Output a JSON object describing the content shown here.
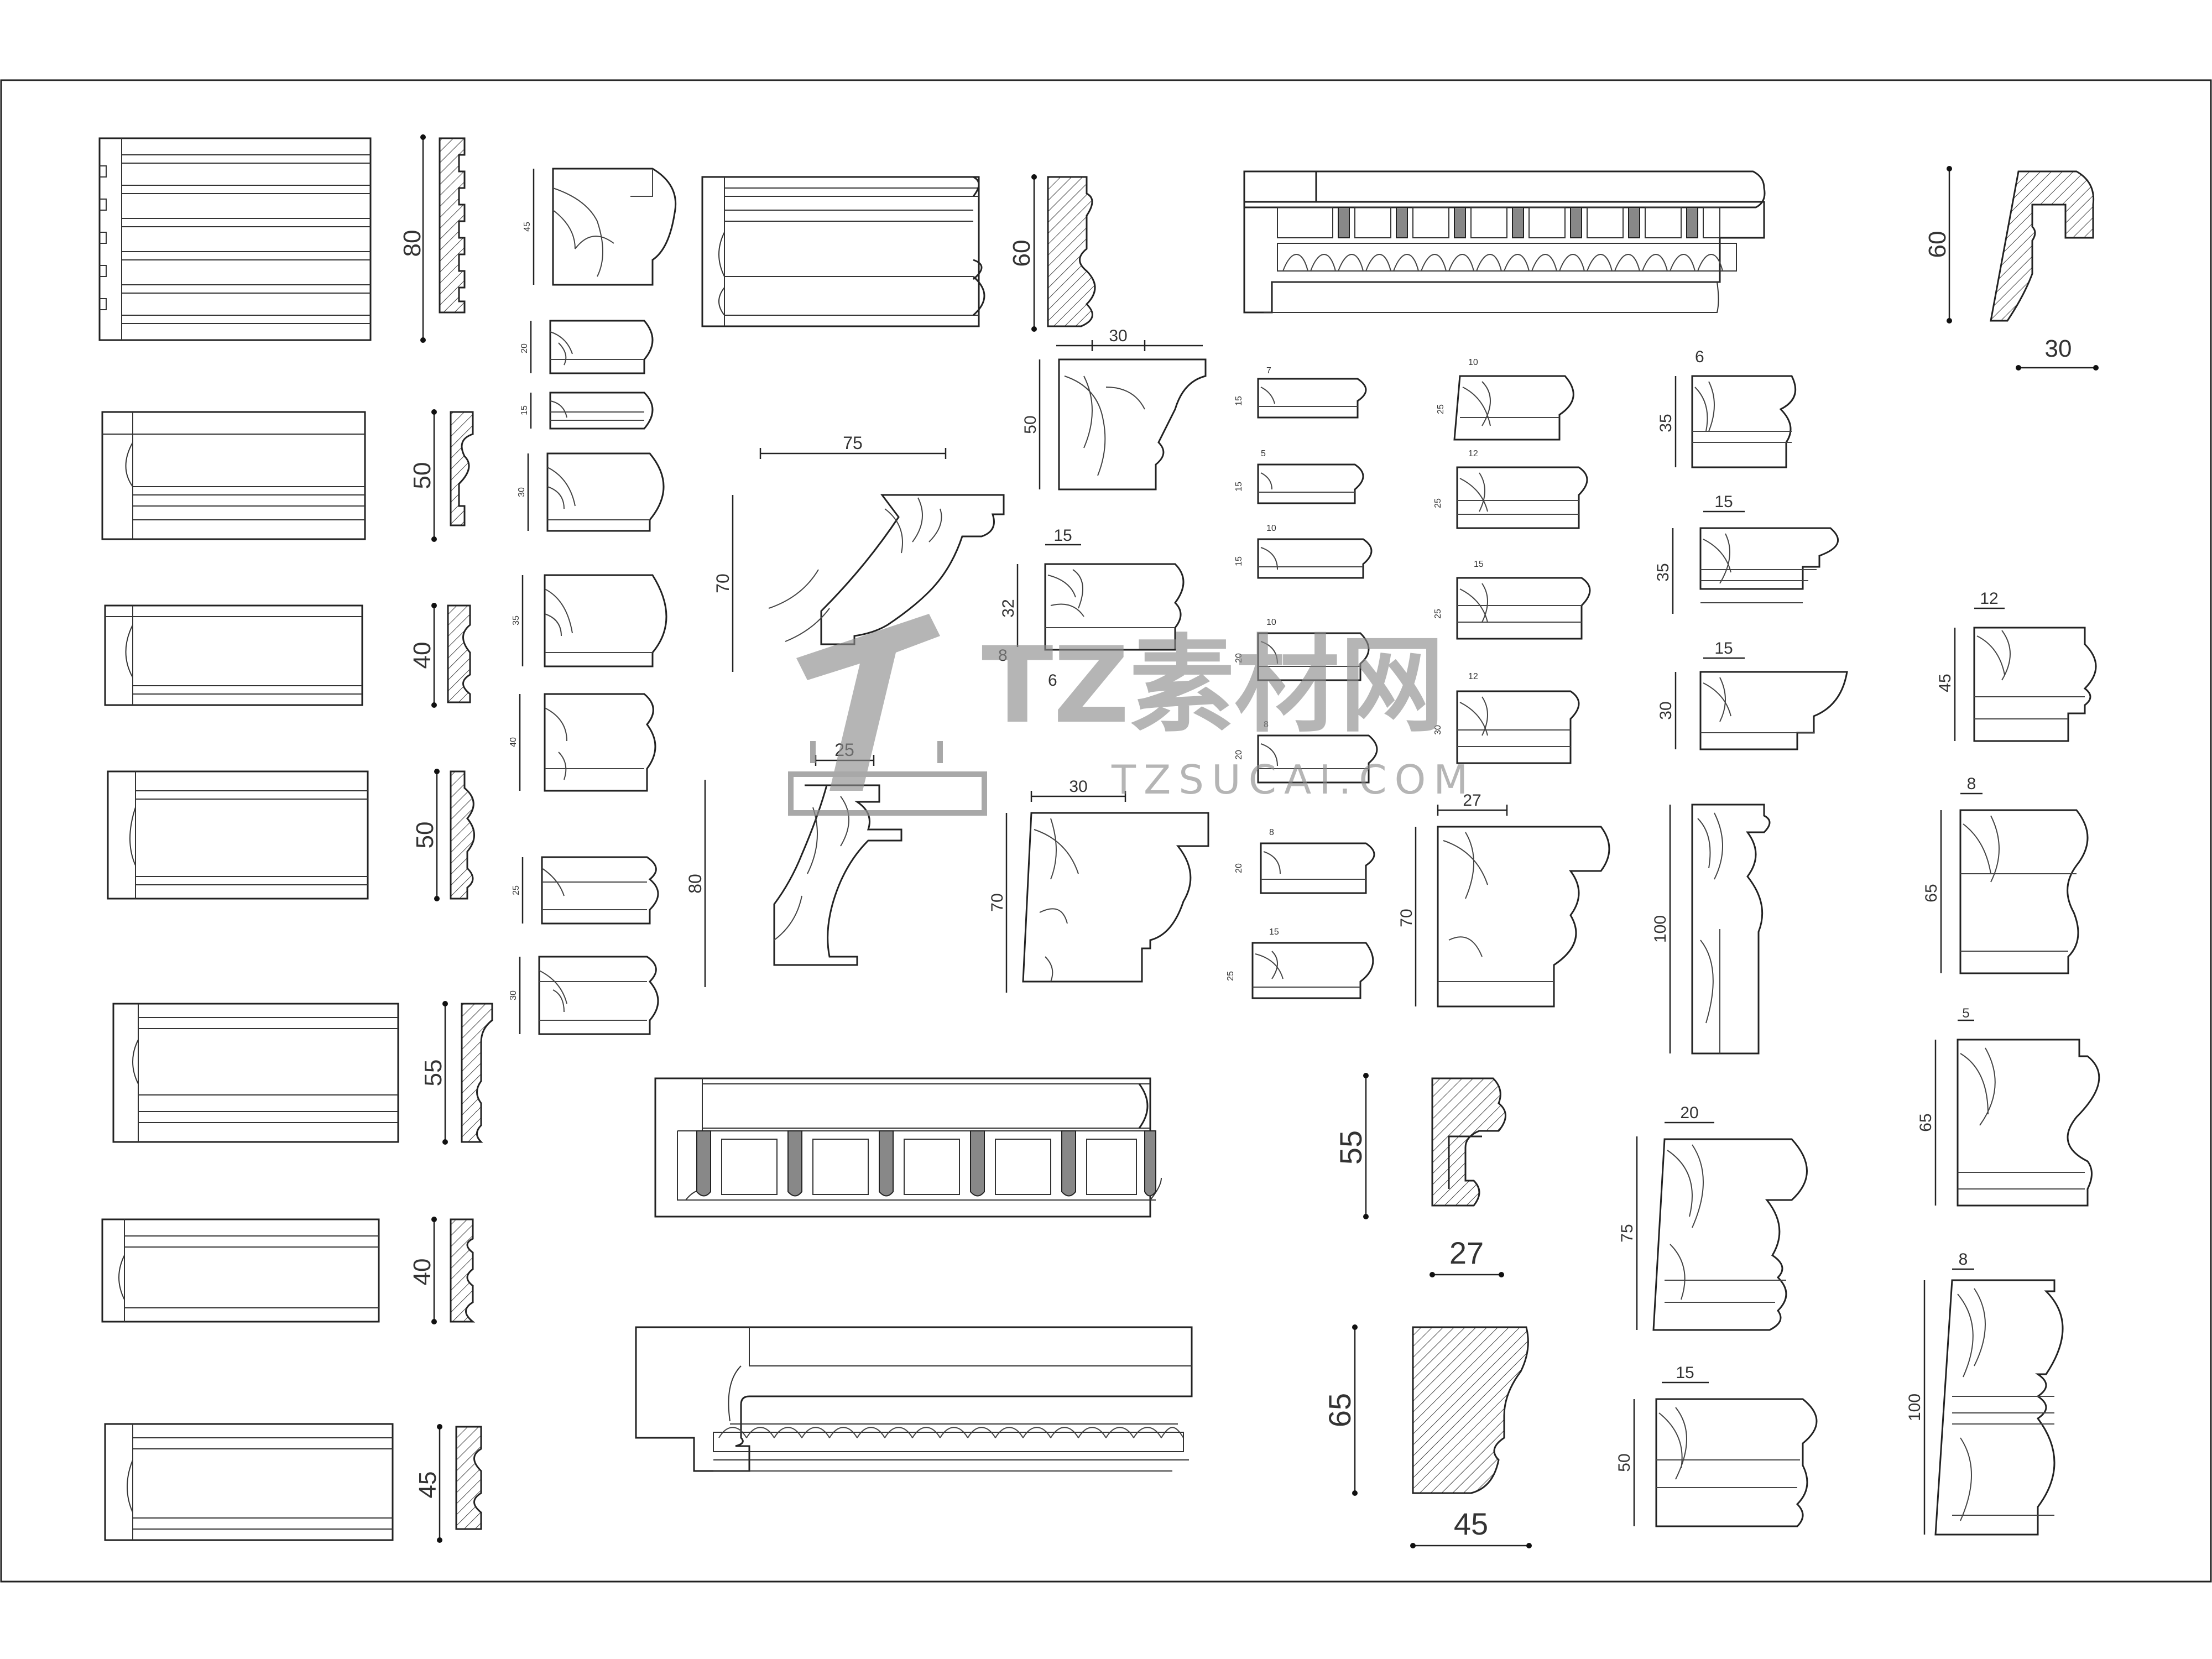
{
  "drawing": {
    "title": "",
    "dimension_labels": [
      {
        "id": "c1-1",
        "text": "80"
      },
      {
        "id": "c1-2",
        "text": "50"
      },
      {
        "id": "c1-3",
        "text": "40"
      },
      {
        "id": "c1-4",
        "text": "50"
      },
      {
        "id": "c1-5",
        "text": "55"
      },
      {
        "id": "c1-6",
        "text": "40"
      },
      {
        "id": "c1-7",
        "text": "45"
      },
      {
        "id": "c2-1",
        "text": "45"
      },
      {
        "id": "c2-2",
        "text": "20"
      },
      {
        "id": "c2-3",
        "text": "15"
      },
      {
        "id": "c2-4",
        "text": "30"
      },
      {
        "id": "c2-5",
        "text": "35"
      },
      {
        "id": "c2-6",
        "text": "40"
      },
      {
        "id": "c2-7",
        "text": "25"
      },
      {
        "id": "c2-8",
        "text": "30"
      },
      {
        "id": "mid-60",
        "text": "60"
      },
      {
        "id": "mid-75",
        "text": "75"
      },
      {
        "id": "mid-70",
        "text": "70"
      },
      {
        "id": "mid-25",
        "text": "25"
      },
      {
        "id": "mid-80",
        "text": "80"
      },
      {
        "id": "d-30a",
        "text": "30"
      },
      {
        "id": "d-50",
        "text": "50"
      },
      {
        "id": "d-15",
        "text": "15"
      },
      {
        "id": "d-32",
        "text": "32"
      },
      {
        "id": "d-8",
        "text": "8"
      },
      {
        "id": "d-6",
        "text": "6"
      },
      {
        "id": "d-30b",
        "text": "30"
      },
      {
        "id": "d-70",
        "text": "70"
      },
      {
        "id": "s-7",
        "text": "7"
      },
      {
        "id": "s-15a",
        "text": "15"
      },
      {
        "id": "s-5",
        "text": "5"
      },
      {
        "id": "s-15b",
        "text": "15"
      },
      {
        "id": "s-10a",
        "text": "10"
      },
      {
        "id": "s-15c",
        "text": "15"
      },
      {
        "id": "s-10b",
        "text": "10"
      },
      {
        "id": "s-20a",
        "text": "20"
      },
      {
        "id": "s-8a",
        "text": "8"
      },
      {
        "id": "s-20b",
        "text": "20"
      },
      {
        "id": "s-8b",
        "text": "8"
      },
      {
        "id": "s-20c",
        "text": "20"
      },
      {
        "id": "s-15d",
        "text": "15"
      },
      {
        "id": "s-25a",
        "text": "25"
      },
      {
        "id": "t-10",
        "text": "10"
      },
      {
        "id": "t-25a",
        "text": "25"
      },
      {
        "id": "t-12a",
        "text": "12"
      },
      {
        "id": "t-25b",
        "text": "25"
      },
      {
        "id": "t-15",
        "text": "15"
      },
      {
        "id": "t-25c",
        "text": "25"
      },
      {
        "id": "t-12b",
        "text": "12"
      },
      {
        "id": "t-30",
        "text": "30"
      },
      {
        "id": "t-27",
        "text": "27"
      },
      {
        "id": "t-70",
        "text": "70"
      },
      {
        "id": "u-6",
        "text": "6"
      },
      {
        "id": "u-35a",
        "text": "35"
      },
      {
        "id": "u-15a",
        "text": "15"
      },
      {
        "id": "u-35b",
        "text": "35"
      },
      {
        "id": "u-15b",
        "text": "15"
      },
      {
        "id": "u-30",
        "text": "30"
      },
      {
        "id": "u-100",
        "text": "100"
      },
      {
        "id": "r-60",
        "text": "60"
      },
      {
        "id": "r-30",
        "text": "30"
      },
      {
        "id": "r-12",
        "text": "12"
      },
      {
        "id": "r-45",
        "text": "45"
      },
      {
        "id": "r-8a",
        "text": "8"
      },
      {
        "id": "r-65a",
        "text": "65"
      },
      {
        "id": "r-5",
        "text": "5"
      },
      {
        "id": "r-65b",
        "text": "65"
      },
      {
        "id": "r-8b",
        "text": "8"
      },
      {
        "id": "r-100",
        "text": "100"
      },
      {
        "id": "b-55",
        "text": "55"
      },
      {
        "id": "b-27",
        "text": "27"
      },
      {
        "id": "b-65",
        "text": "65"
      },
      {
        "id": "b-45",
        "text": "45"
      },
      {
        "id": "v-20",
        "text": "20"
      },
      {
        "id": "v-75",
        "text": "75"
      },
      {
        "id": "v-15",
        "text": "15"
      },
      {
        "id": "v-50",
        "text": "50"
      }
    ]
  },
  "watermark": {
    "brand": "TZ素材网",
    "url": "TZSUCAI.COM"
  },
  "colors": {
    "line": "#222222",
    "watermark": "#8c8c8c",
    "background": "#ffffff"
  }
}
